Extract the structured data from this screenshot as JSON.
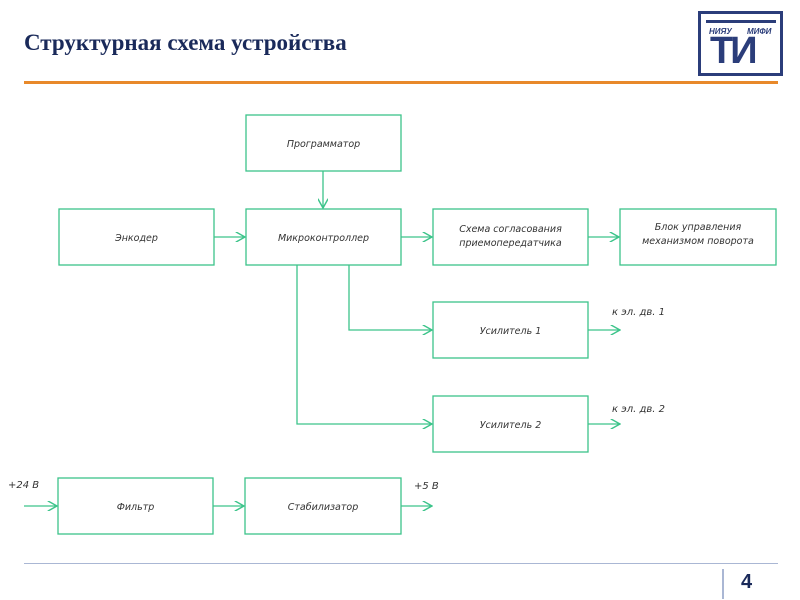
{
  "header": {
    "title": "Структурная схема устройства",
    "logo": {
      "small_left": "НИЯУ",
      "small_right": "МИФИ",
      "letters": "ТИ"
    }
  },
  "diagram": {
    "line_color": "#3cc48a",
    "boxes": {
      "programmer": [
        "Программатор"
      ],
      "encoder": [
        "Энкодер"
      ],
      "microcontroller": [
        "Микроконтроллер"
      ],
      "transceiver": [
        "Схема согласования",
        "приемопередатчика"
      ],
      "rotation_control": [
        "Блок управления",
        "механизмом поворота"
      ],
      "amp1": [
        "Усилитель 1"
      ],
      "amp2": [
        "Усилитель 2"
      ],
      "filter": [
        "Фильтр"
      ],
      "stabilizer": [
        "Стабилизатор"
      ]
    },
    "labels": {
      "motor1": "к эл. дв. 1",
      "motor2": "к эл. дв. 2",
      "input_voltage": "+24 В",
      "output_voltage": "+5 В"
    }
  },
  "footer": {
    "page_number": "4"
  }
}
